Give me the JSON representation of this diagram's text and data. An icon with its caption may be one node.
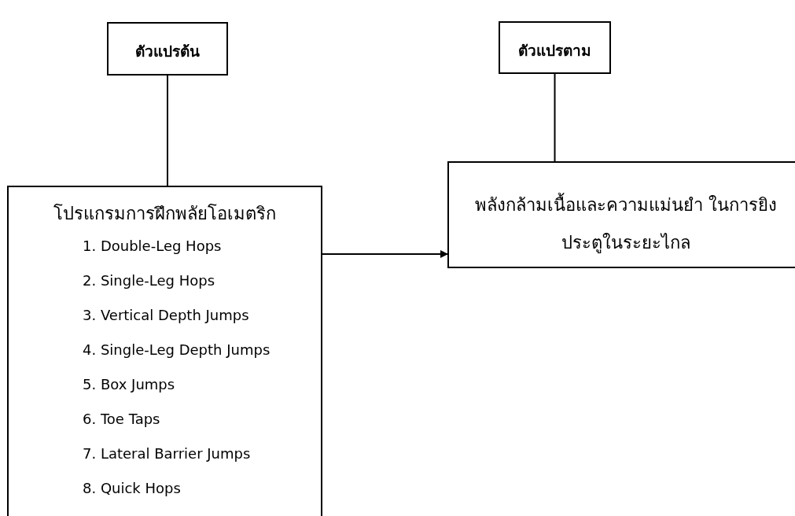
{
  "diagram": {
    "nodes": [
      {
        "text": [
          "ตัวแปรต้น"
        ]
      },
      {
        "text": [
          "ตัวแปรตาม"
        ]
      },
      {
        "text": [
          "โปรแกรมการฝึกพลัยโอเมตริก",
          "1. Double-Leg Hops",
          "2. Single-Leg Hops",
          "3. Vertical Depth Jumps",
          "4. Single-Leg Depth Jumps",
          "5. Box Jumps",
          "6. Toe Taps",
          "7. Lateral Barrier Jumps",
          "8. Quick Hops"
        ]
      },
      {
        "text": [
          "พลังกล้ามเนื้อและความแม่นยำ ในการยิงประตูในระยะไกล"
        ]
      }
    ],
    "edges": [
      {
        "from": 0,
        "to": 2,
        "arrow": "none"
      },
      {
        "from": 1,
        "to": 3,
        "arrow": "none"
      },
      {
        "from": 2,
        "to": 3,
        "arrow": "to"
      }
    ]
  }
}
